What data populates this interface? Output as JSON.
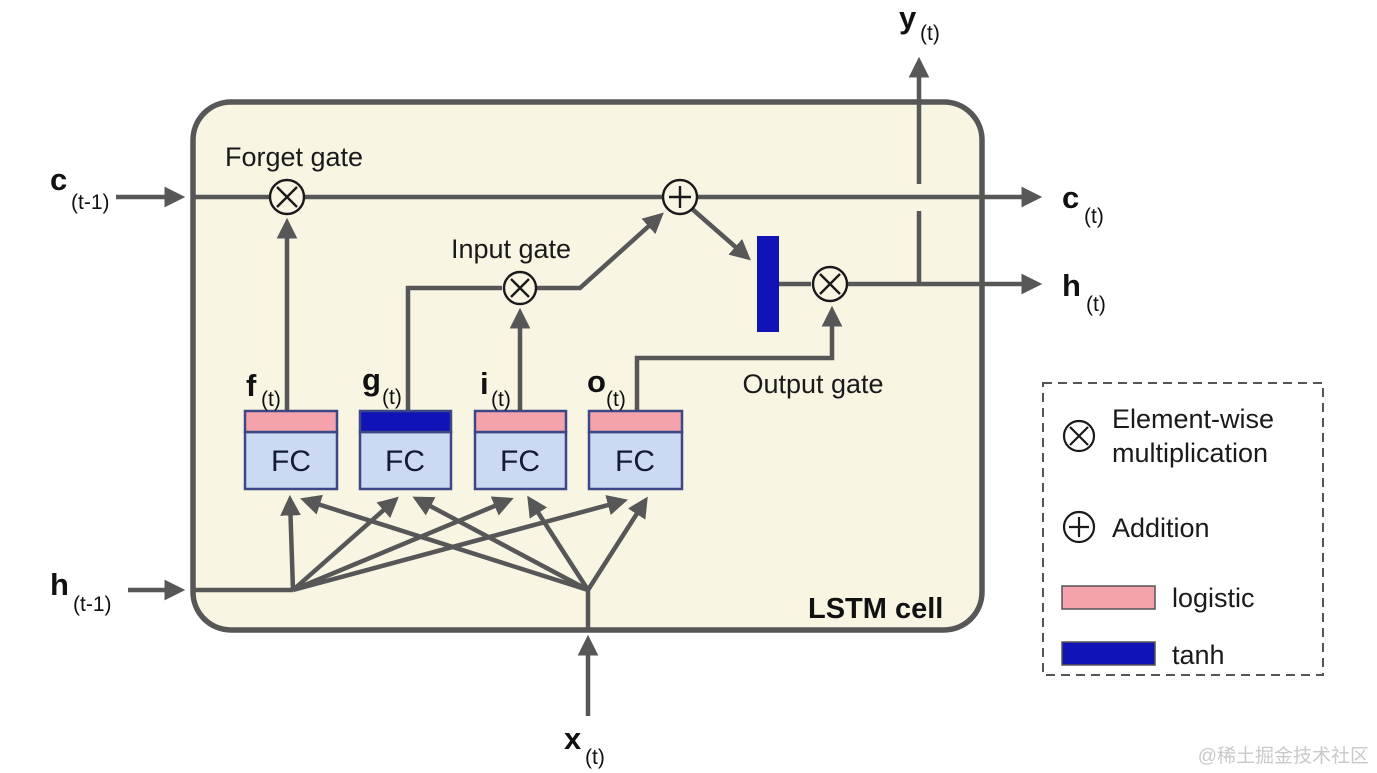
{
  "colors": {
    "background": "#ffffff",
    "cell_fill": "#f9f5e3",
    "cell_border": "#575757",
    "line": "#575757",
    "logistic_pink": "#f4a3ad",
    "tanh_blue": "#1013b5",
    "fc_fill": "#ccd9f2",
    "fc_border": "#3c4785",
    "legend_border": "#555555",
    "watermark": "#c9c9c9"
  },
  "cell": {
    "title": "LSTM cell"
  },
  "gates": {
    "forget": "Forget gate",
    "input": "Input gate",
    "output": "Output gate"
  },
  "signals": {
    "c_prev": {
      "main": "c",
      "sub": "(t-1)"
    },
    "h_prev": {
      "main": "h",
      "sub": "(t-1)"
    },
    "x_in": {
      "main": "x",
      "sub": "(t)"
    },
    "y_out": {
      "main": "y",
      "sub": "(t)"
    },
    "c_out": {
      "main": "c",
      "sub": "(t)"
    },
    "h_out": {
      "main": "h",
      "sub": "(t)"
    }
  },
  "fc_boxes": [
    {
      "id": "f",
      "label_main": "f",
      "label_sub": "(t)",
      "box_text": "FC",
      "bar_color": "#f4a3ad",
      "bar_type": "logistic"
    },
    {
      "id": "g",
      "label_main": "g",
      "label_sub": "(t)",
      "box_text": "FC",
      "bar_color": "#1013b5",
      "bar_type": "tanh"
    },
    {
      "id": "i",
      "label_main": "i",
      "label_sub": "(t)",
      "box_text": "FC",
      "bar_color": "#f4a3ad",
      "bar_type": "logistic"
    },
    {
      "id": "o",
      "label_main": "o",
      "label_sub": "(t)",
      "box_text": "FC",
      "bar_color": "#f4a3ad",
      "bar_type": "logistic"
    }
  ],
  "operators": {
    "multiply_symbol": "circle-with-x",
    "add_symbol": "circle-with-plus"
  },
  "legend": {
    "multiply_line1": "Element-wise",
    "multiply_line2": "multiplication",
    "add_label": "Addition",
    "logistic_label": "logistic",
    "logistic_color": "#f4a3ad",
    "tanh_label": "tanh",
    "tanh_color": "#1013b5"
  },
  "watermark": "@稀土掘金技术社区"
}
